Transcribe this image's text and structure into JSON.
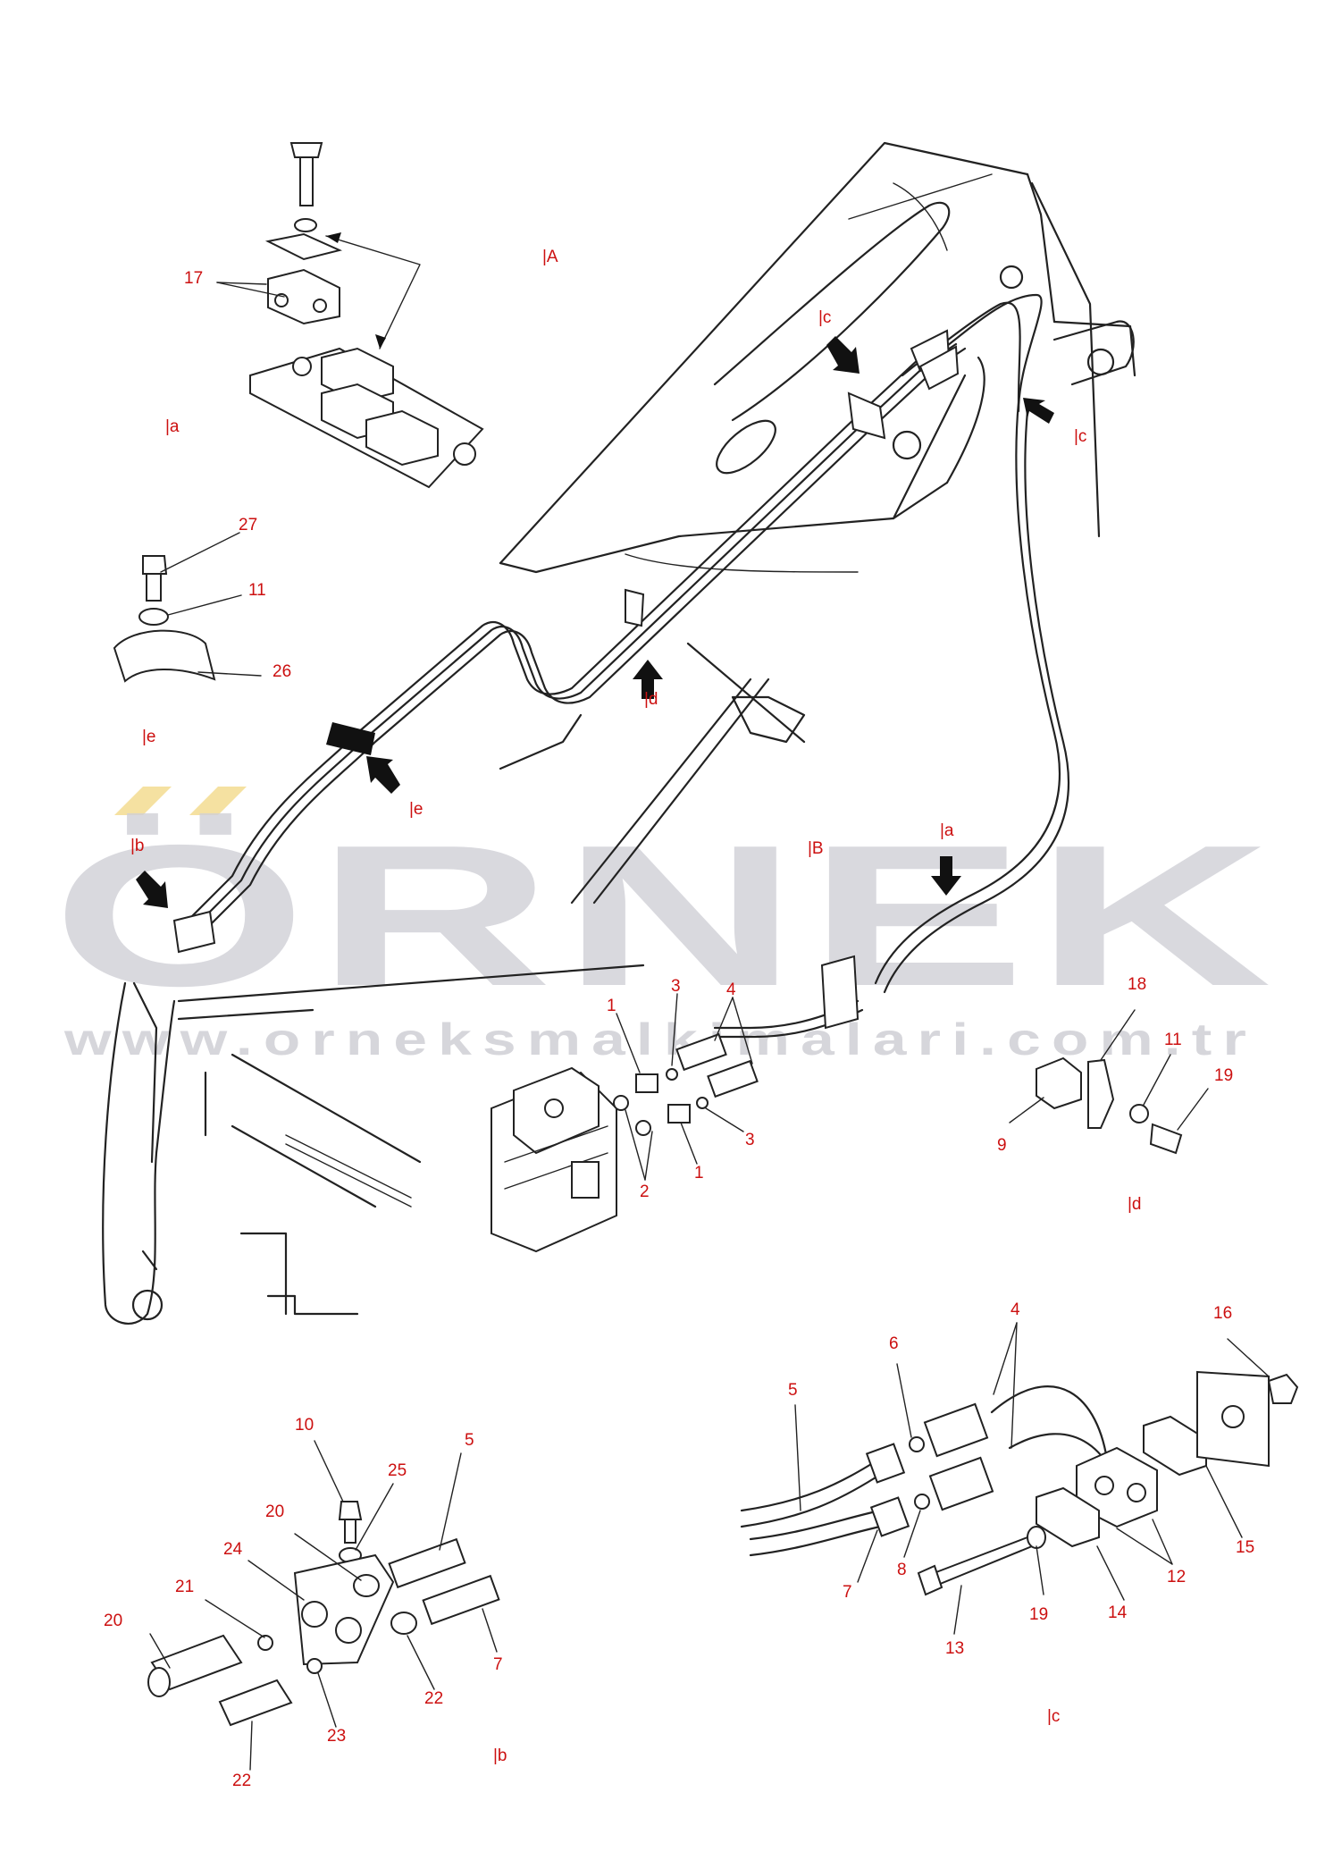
{
  "watermark": {
    "logo": "ÖRNEK",
    "url": "www.orneksmalkimalari.com.tr",
    "colors": {
      "logo": "#d0d0d7",
      "logo_dots": "#f2d98a",
      "url": "#c9c9cf"
    }
  },
  "label_color": "#cc1010",
  "section_markers": [
    {
      "id": "A",
      "text": "|A"
    },
    {
      "id": "a1",
      "text": "|a"
    },
    {
      "id": "c1",
      "text": "|c"
    },
    {
      "id": "c2",
      "text": "|c"
    },
    {
      "id": "d1",
      "text": "|d"
    },
    {
      "id": "e1",
      "text": "|e"
    },
    {
      "id": "e2",
      "text": "|e"
    },
    {
      "id": "b1",
      "text": "|b"
    },
    {
      "id": "a2",
      "text": "|a"
    },
    {
      "id": "B",
      "text": "|B"
    },
    {
      "id": "d2",
      "text": "|d"
    },
    {
      "id": "c3",
      "text": "|c"
    },
    {
      "id": "b2",
      "text": "|b"
    }
  ],
  "part_numbers": [
    {
      "id": "p17",
      "text": "17"
    },
    {
      "id": "p27",
      "text": "27"
    },
    {
      "id": "p11a",
      "text": "11"
    },
    {
      "id": "p26",
      "text": "26"
    },
    {
      "id": "p4a",
      "text": "4"
    },
    {
      "id": "p1a",
      "text": "1"
    },
    {
      "id": "p3a",
      "text": "3"
    },
    {
      "id": "p3b",
      "text": "3"
    },
    {
      "id": "p1b",
      "text": "1"
    },
    {
      "id": "p2",
      "text": "2"
    },
    {
      "id": "p18",
      "text": "18"
    },
    {
      "id": "p11b",
      "text": "11"
    },
    {
      "id": "p19a",
      "text": "19"
    },
    {
      "id": "p9",
      "text": "9"
    },
    {
      "id": "p4b",
      "text": "4"
    },
    {
      "id": "p6",
      "text": "6"
    },
    {
      "id": "p16",
      "text": "16"
    },
    {
      "id": "p5a",
      "text": "5"
    },
    {
      "id": "p8",
      "text": "8"
    },
    {
      "id": "p7a",
      "text": "7"
    },
    {
      "id": "p15",
      "text": "15"
    },
    {
      "id": "p12",
      "text": "12"
    },
    {
      "id": "p19b",
      "text": "19"
    },
    {
      "id": "p14",
      "text": "14"
    },
    {
      "id": "p13",
      "text": "13"
    },
    {
      "id": "p10",
      "text": "10"
    },
    {
      "id": "p25",
      "text": "25"
    },
    {
      "id": "p5b",
      "text": "5"
    },
    {
      "id": "p20a",
      "text": "20"
    },
    {
      "id": "p24",
      "text": "24"
    },
    {
      "id": "p21",
      "text": "21"
    },
    {
      "id": "p20b",
      "text": "20"
    },
    {
      "id": "p7b",
      "text": "7"
    },
    {
      "id": "p22a",
      "text": "22"
    },
    {
      "id": "p23",
      "text": "23"
    },
    {
      "id": "p22b",
      "text": "22"
    }
  ]
}
